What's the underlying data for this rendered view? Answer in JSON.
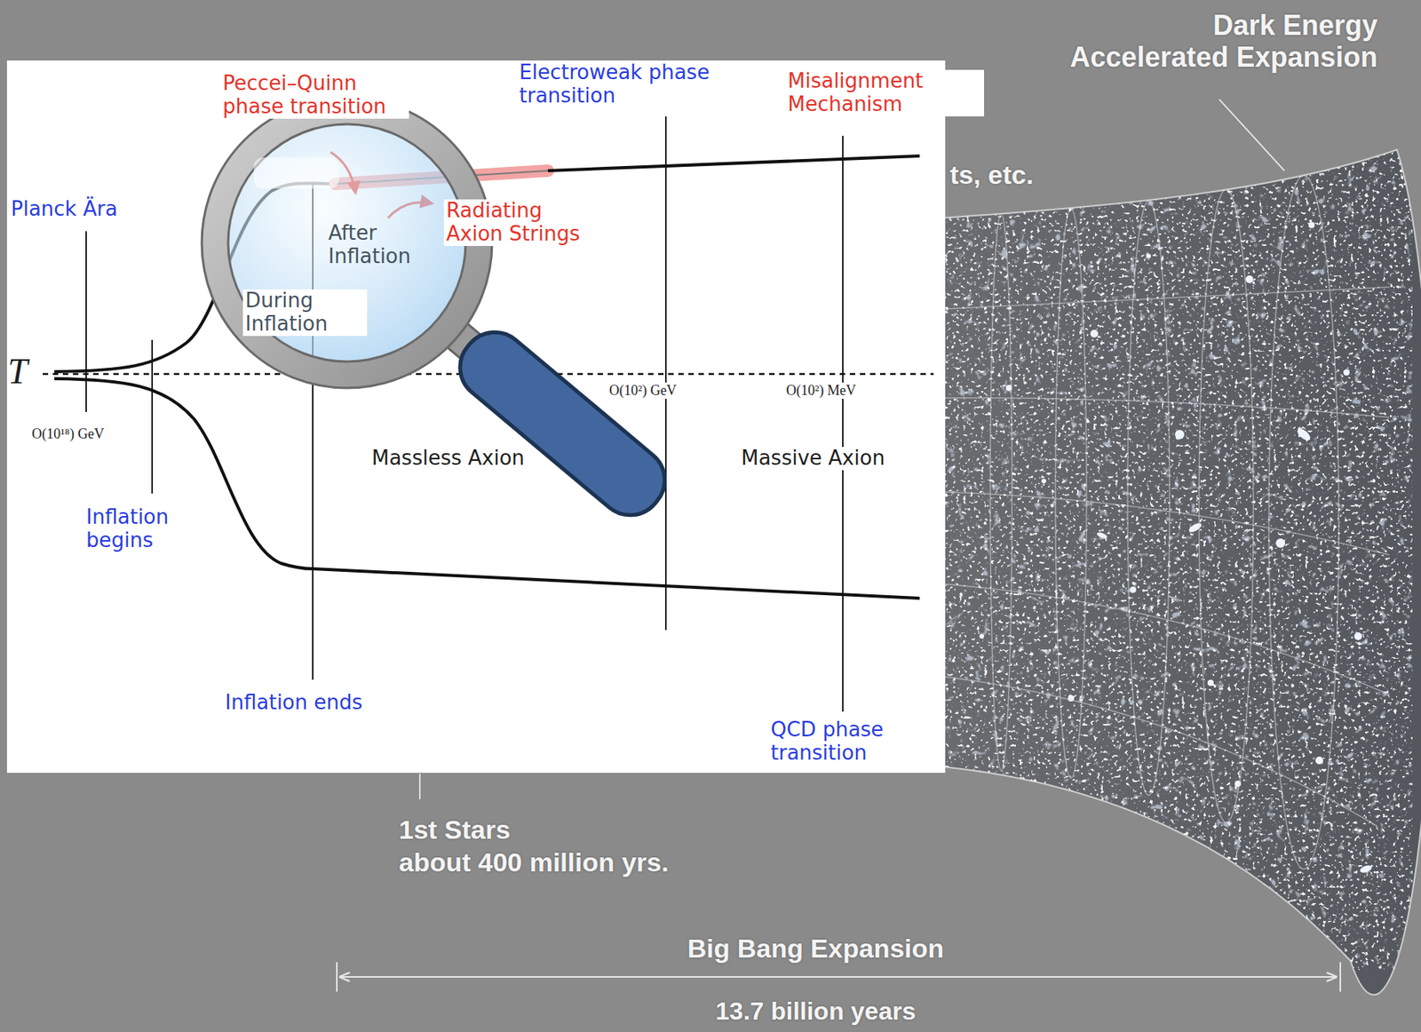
{
  "diagram": {
    "labels": [
      "Dark Energy Accelerated Expansion",
      "Peccei–Quinn phase transition",
      "Electroweak phase transition",
      "Misalignment Mechanism",
      "ts, etc.",
      "Planck Ära",
      "After Inflation",
      "Radiating Axion Strings",
      "During Inflation",
      "T",
      "O(10¹⁸) GeV",
      "O(10²) GeV",
      "O(10²) MeV",
      "Massless Axion",
      "Massive Axion",
      "Inflation begins",
      "Inflation ends",
      "QCD phase transition",
      "1st Stars",
      "about 400 million yrs.",
      "Big Bang Expansion",
      "13.7 billion years"
    ]
  }
}
